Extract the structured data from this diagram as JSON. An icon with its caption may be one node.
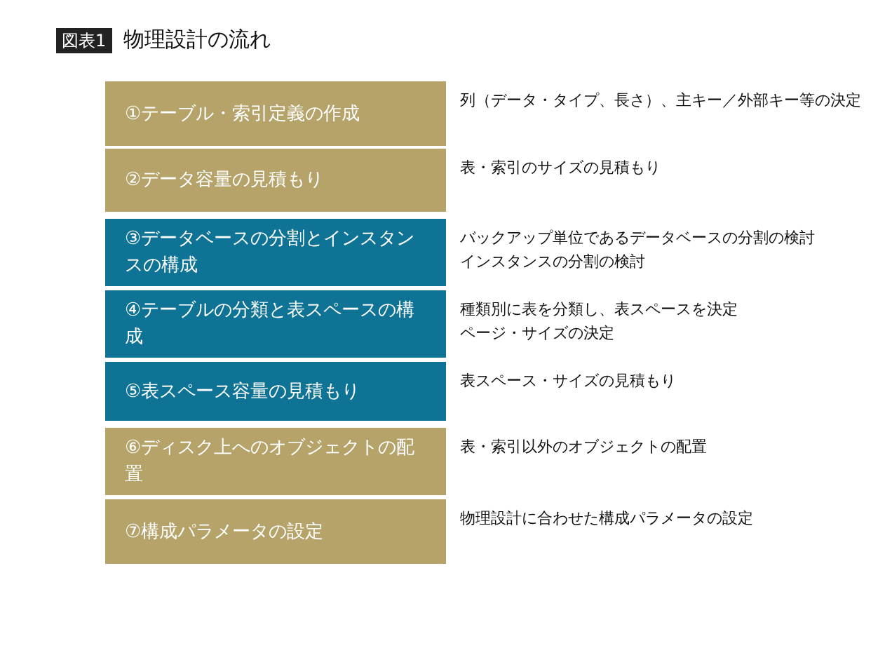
{
  "diagram": {
    "title": "物理設計の流れ",
    "nodes": [
      {
        "text": [
          "①テーブル・索引定義の作成"
        ],
        "beside": [
          "列（データ・タイプ、長さ）、主キー／外部キー等の決定"
        ]
      },
      {
        "text": [
          "②データ容量の見積もり"
        ],
        "beside": [
          "表・索引のサイズの見積もり"
        ]
      },
      {
        "text": [
          "③データベースの分割とインスタンスの構成"
        ],
        "beside": [
          "バックアップ単位であるデータベースの分割の検討",
          "インスタンスの分割の検討"
        ]
      },
      {
        "text": [
          "④テーブルの分類と表スペースの構成"
        ],
        "beside": [
          "種類別に表を分類し、表スペースを決定",
          "ページ・サイズの決定"
        ]
      },
      {
        "text": [
          "⑤表スペース容量の見積もり"
        ],
        "beside": [
          "表スペース・サイズの見積もり"
        ]
      },
      {
        "text": [
          "⑥ディスク上へのオブジェクトの配置"
        ],
        "beside": [
          "表・索引以外のオブジェクトの配置"
        ]
      },
      {
        "text": [
          "⑦構成パラメータの設定"
        ],
        "beside": [
          "物理設計に合わせた構成パラメータの設定"
        ]
      }
    ],
    "edges": [],
    "labels": [
      "図表1"
    ]
  }
}
